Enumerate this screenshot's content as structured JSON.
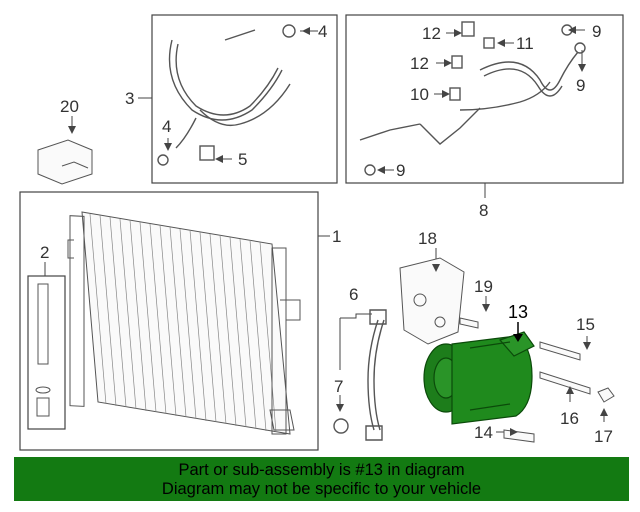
{
  "callouts": {
    "c1": "1",
    "c2": "2",
    "c3": "3",
    "c4a": "4",
    "c4b": "4",
    "c5": "5",
    "c6": "6",
    "c7": "7",
    "c8": "8",
    "c9a": "9",
    "c9b": "9",
    "c9c": "9",
    "c10": "10",
    "c11": "11",
    "c12a": "12",
    "c12b": "12",
    "c13": "13",
    "c14": "14",
    "c15": "15",
    "c16": "16",
    "c17": "17",
    "c18": "18",
    "c19": "19",
    "c20": "20"
  },
  "highlight": {
    "part": "13",
    "color": "#137a12"
  },
  "banner": {
    "line1": "Part or sub-assembly is #13 in diagram",
    "line2": "Diagram may not be specific to your vehicle",
    "background": "#137a12"
  }
}
